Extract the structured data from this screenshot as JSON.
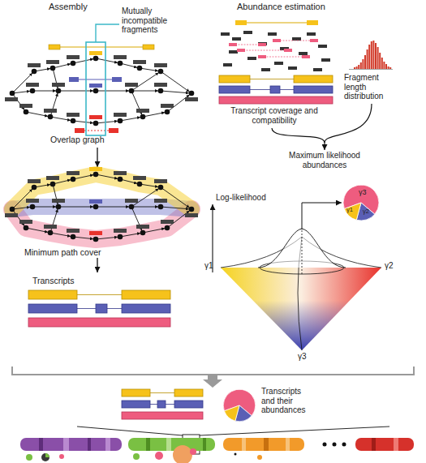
{
  "diagram": {
    "labels": [
      "Assembly",
      "Mutually incompatible fragments",
      "Abundance estimation",
      "Fragment length distribution",
      "Overlap graph",
      "Transcript coverage and compatibility",
      "Maximum likelihood abundances",
      "Minimum path cover",
      "Log-likelihood",
      "γ3",
      "γ1",
      "γ2",
      "γ1",
      "γ2",
      "γ3",
      "Transcripts",
      "Transcripts and their abundances"
    ]
  }
}
